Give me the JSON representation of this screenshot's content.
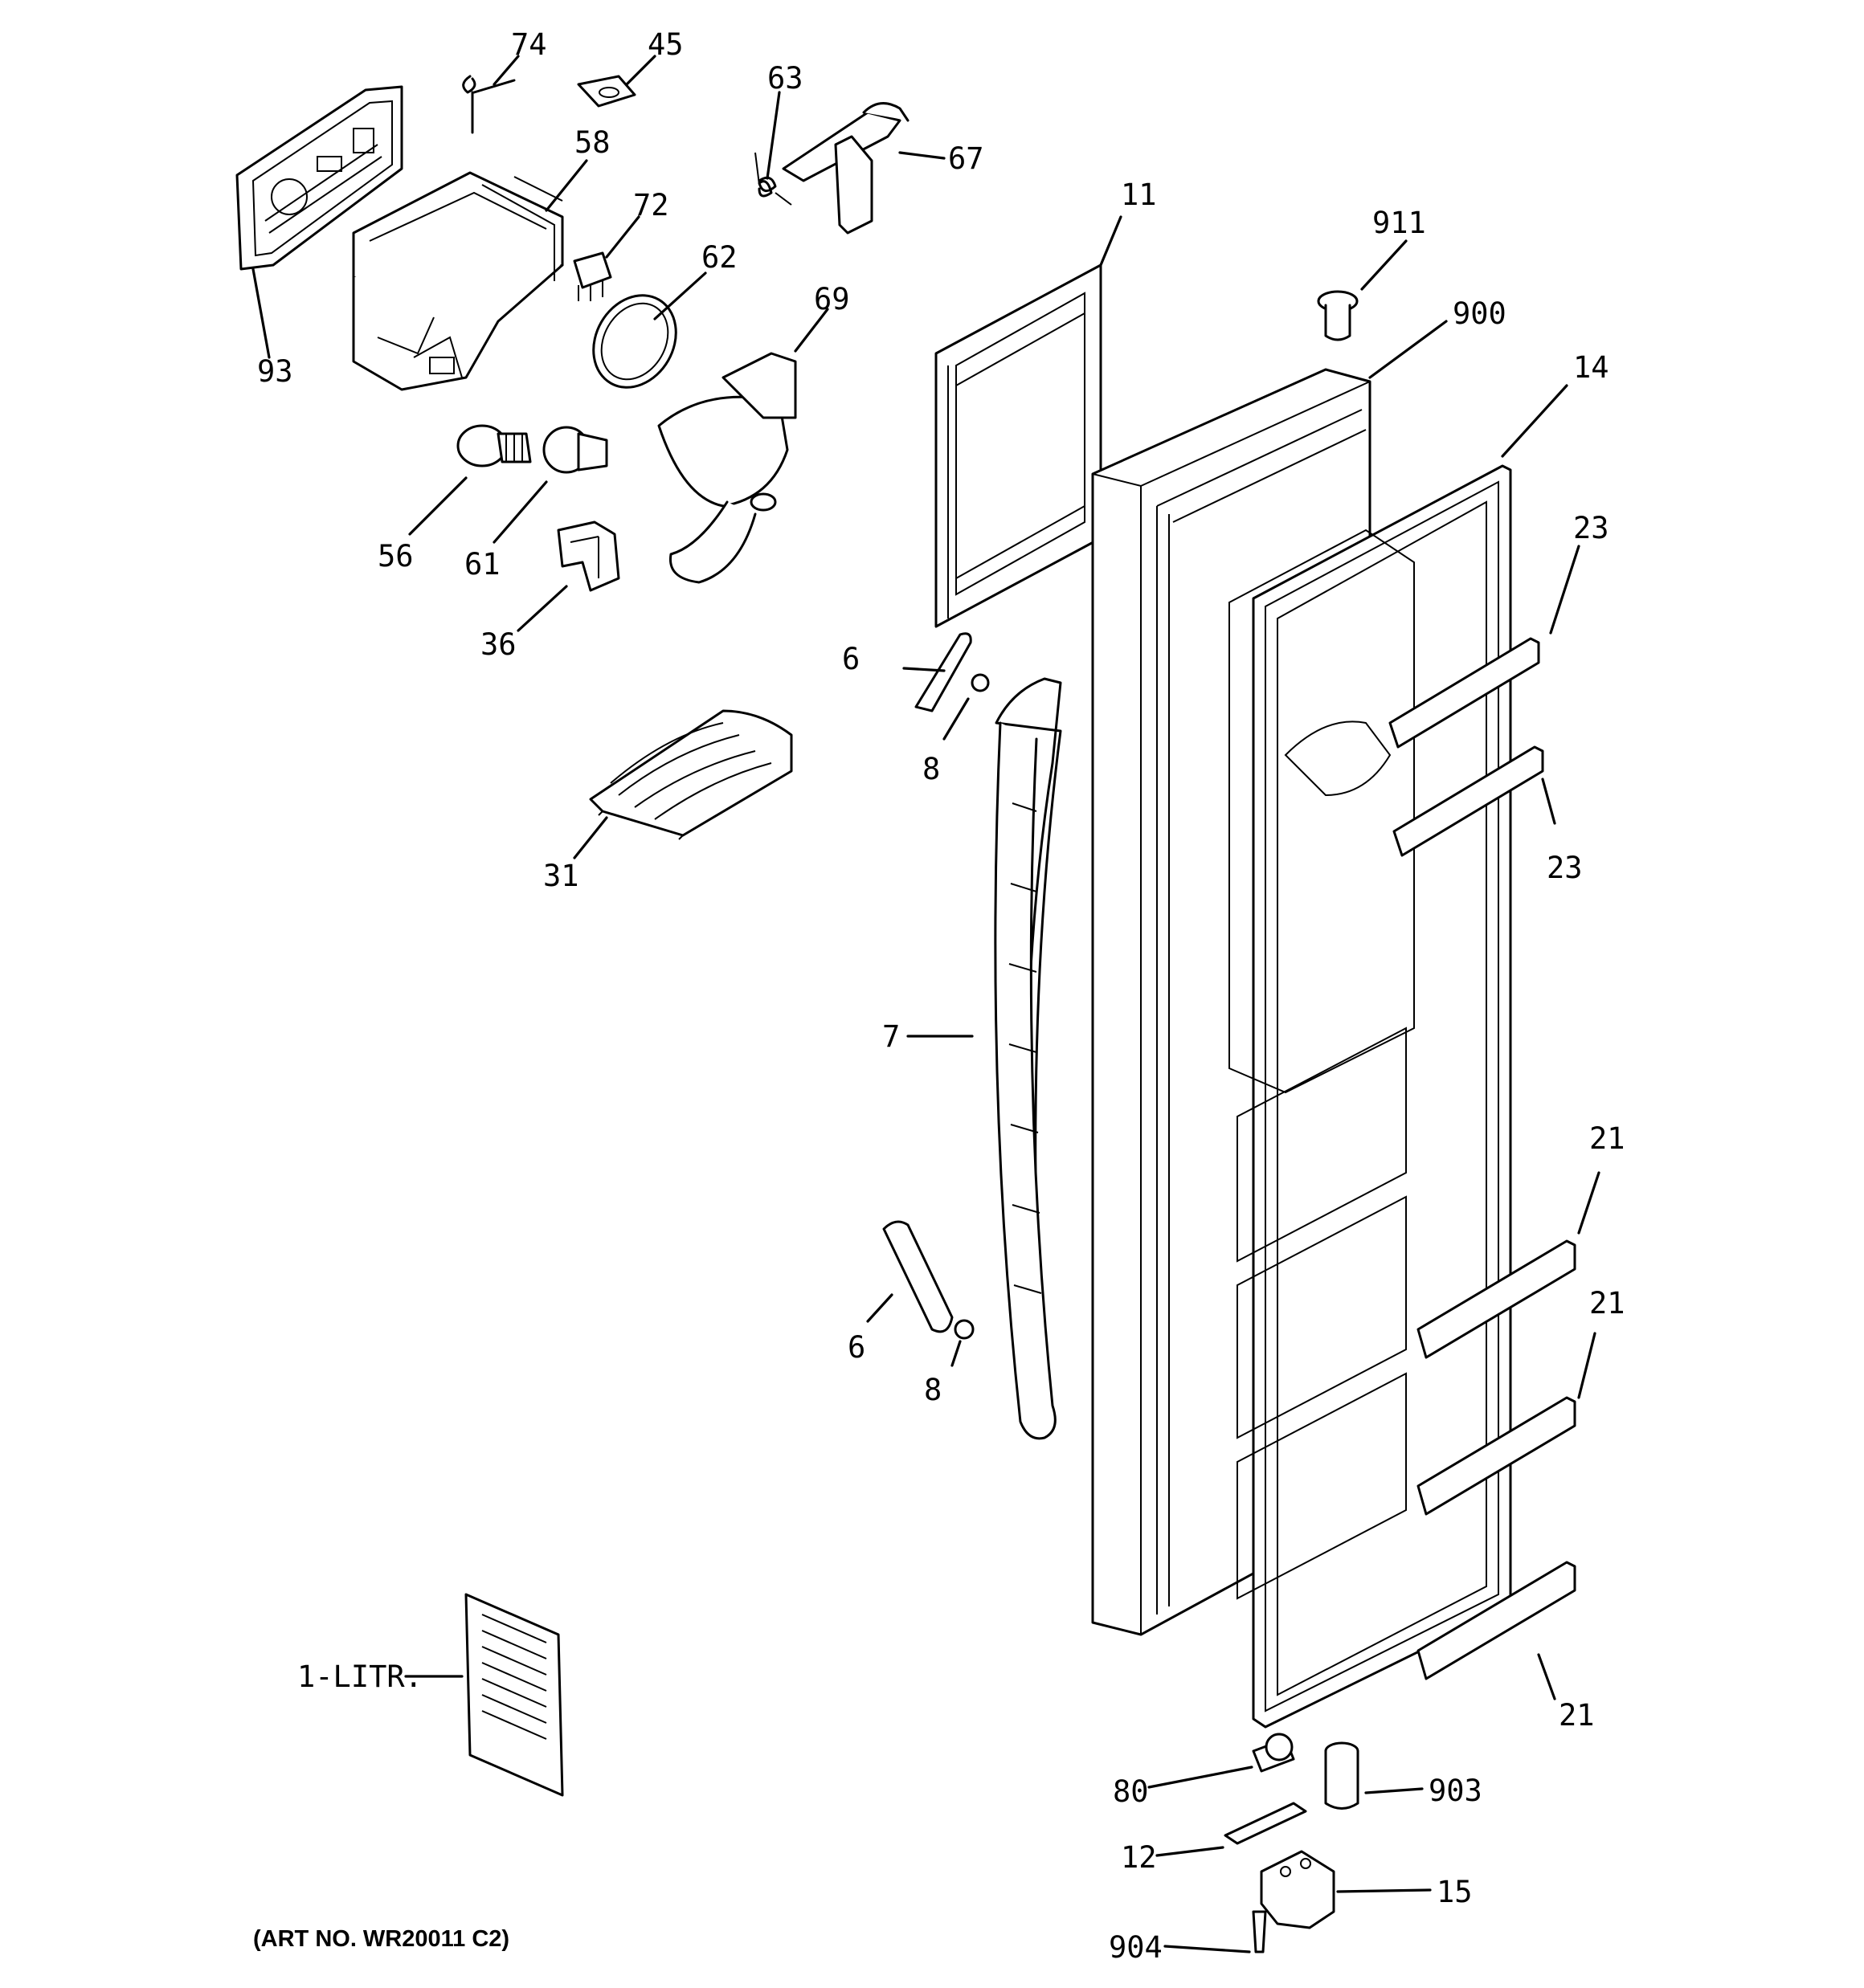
{
  "labels": {
    "l74": "74",
    "l45": "45",
    "l63": "63",
    "l67": "67",
    "l58": "58",
    "l72": "72",
    "l62": "62",
    "l69": "69",
    "l93": "93",
    "l11": "11",
    "l911": "911",
    "l900": "900",
    "l14": "14",
    "l23a": "23",
    "l23b": "23",
    "l56": "56",
    "l61": "61",
    "l36": "36",
    "l6a": "6",
    "l8a": "8",
    "l31": "31",
    "l7": "7",
    "l21a": "21",
    "l21b": "21",
    "l21c": "21",
    "l6b": "6",
    "l8b": "8",
    "l1litr": "1-LITR.",
    "l80": "80",
    "l903": "903",
    "l12": "12",
    "l15": "15",
    "l904": "904"
  },
  "art_number": "(ART NO. WR20011 C2)"
}
